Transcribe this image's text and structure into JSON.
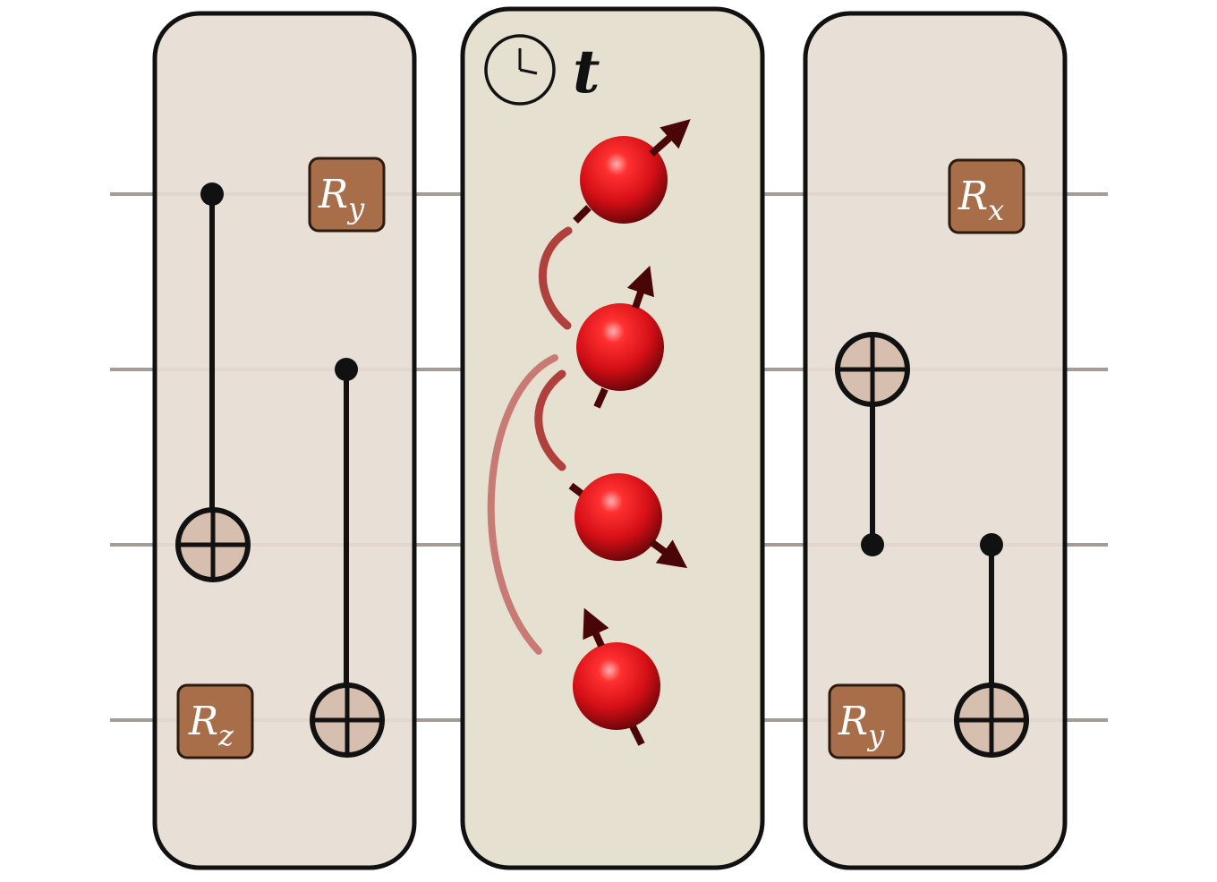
{
  "colors": {
    "background": "#ffffff",
    "wire": "#a39c97",
    "panel_fill": "#e6dcd3",
    "panel_middle_fill": "#e5e0cf",
    "panel_border": "#111111",
    "gate_fill": "#a86e4a",
    "gate_border": "#2b1a0e",
    "target_fill": "#d6bfae",
    "spin_arrow": "#4a0606",
    "coupling_arc": "#b8423f",
    "spin_sphere": "#e0141c"
  },
  "panels": {
    "left": {
      "gates": [
        {
          "base": "R",
          "sub": "y"
        },
        {
          "base": "R",
          "sub": "z"
        }
      ]
    },
    "middle": {
      "clock_icon": "clock-icon",
      "time_label": "t",
      "spins": [
        {
          "name": "spin-1",
          "direction": "up-right"
        },
        {
          "name": "spin-2",
          "direction": "up"
        },
        {
          "name": "spin-3",
          "direction": "down-right"
        },
        {
          "name": "spin-4",
          "direction": "up-left"
        }
      ]
    },
    "right": {
      "gates": [
        {
          "base": "R",
          "sub": "x"
        },
        {
          "base": "R",
          "sub": "y"
        }
      ]
    }
  }
}
